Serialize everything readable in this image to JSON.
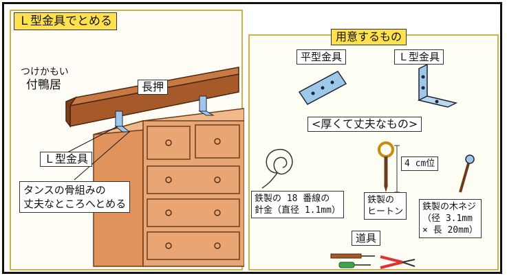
{
  "left": {
    "title": "Ｌ型金具でとめる",
    "rail_line1": "つけかもい",
    "rail_line2": "付鴨居",
    "beam_label": "長押",
    "bracket_label": "Ｌ型金具",
    "instruction_line1": "タンスの骨組みの",
    "instruction_line2": "丈夫なところへとめる"
  },
  "right": {
    "title": "用意するもの",
    "flat_bracket": "平型金具",
    "l_bracket": "Ｌ型金具",
    "note": "<厚くて丈夫なもの>",
    "wire_line1": "鉄製の 18 番線の",
    "wire_line2": "針金（直径 1.1mm）",
    "eye_line1": "鉄製の",
    "eye_line2": "ヒートン",
    "eye_size": "4 cm位",
    "screw_line1": "鉄製の木ネジ",
    "screw_line2": "（径 3.1mm",
    "screw_line3": "× 長 20mm）",
    "tools": "道具"
  },
  "colors": {
    "accent": "#ffe14f",
    "wood": "#a65a2a",
    "dresser": "#e8a56f",
    "metal": "#9ec8ea"
  }
}
